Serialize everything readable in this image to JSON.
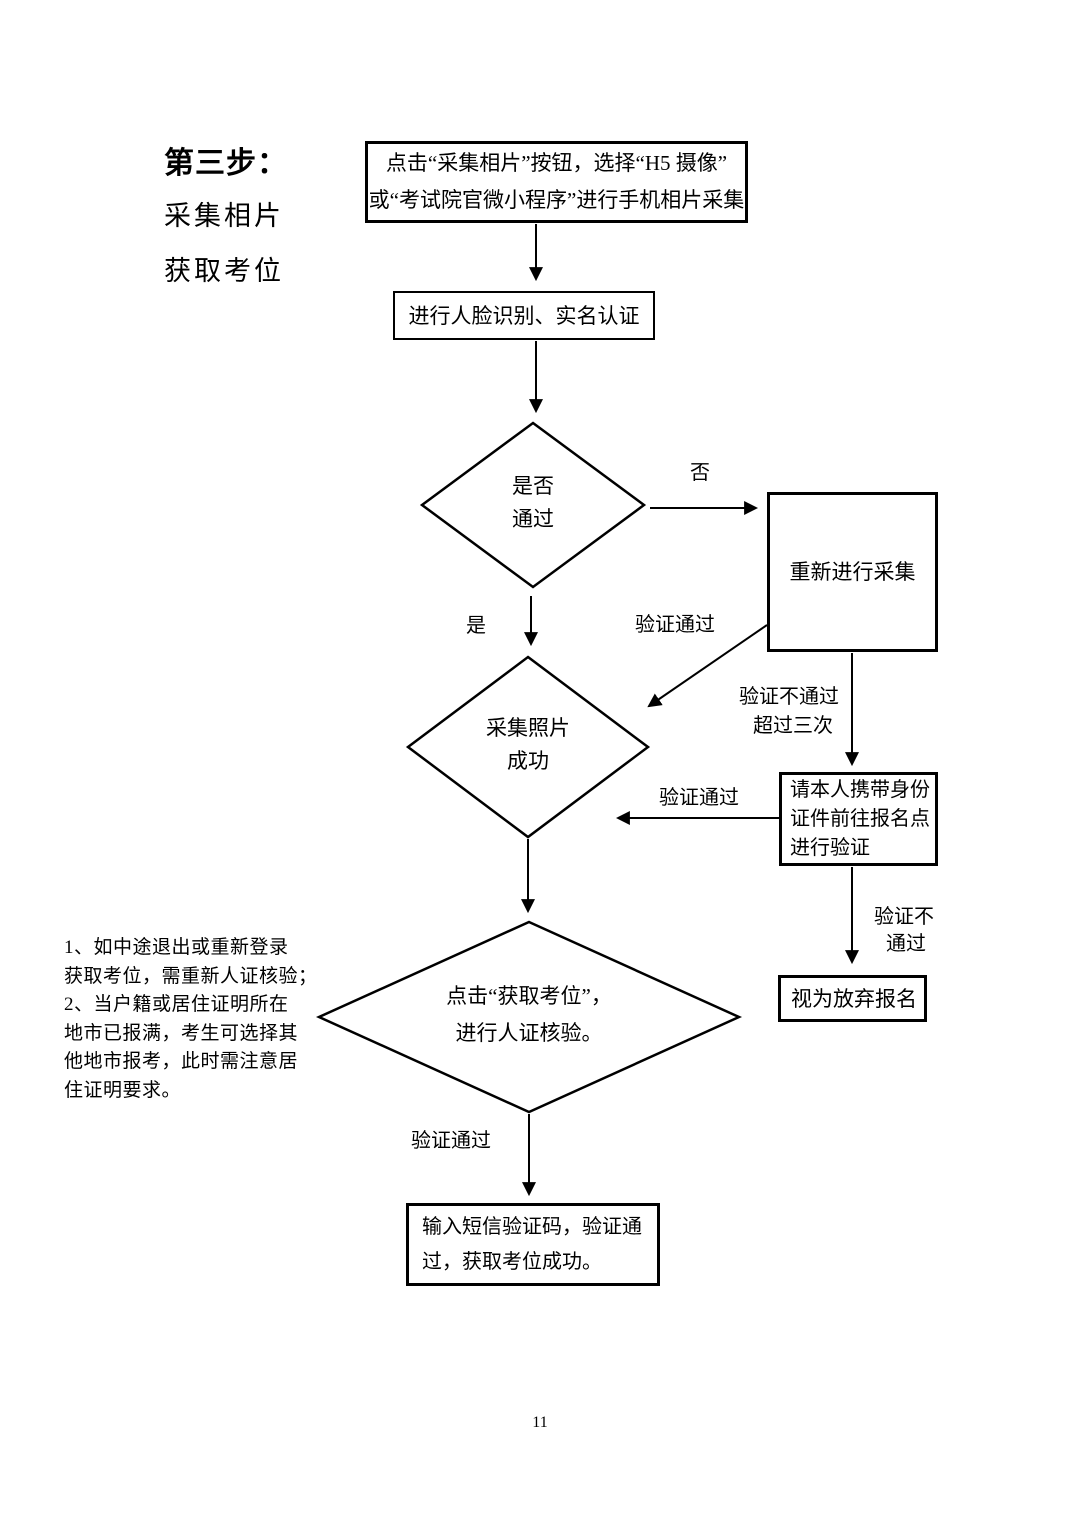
{
  "title": {
    "step": "第三步：",
    "line2": "采集相片",
    "line3": "获取考位"
  },
  "flow": {
    "capture_photo_box": {
      "line1": "点击“采集相片”按钮，选择“H5 摄像”",
      "line2": "或“考试院官微小程序”进行手机相片采集"
    },
    "face_recognition_box": {
      "text": "进行人脸识别、实名认证"
    },
    "pass_decision": {
      "line1": "是否",
      "line2": "通过"
    },
    "recollect_box": {
      "text": "重新进行采集"
    },
    "photo_success_decision": {
      "line1": "采集照片",
      "line2": "成功"
    },
    "onsite_verify_box": {
      "line1": "请本人携带身份",
      "line2": "证件前往报名点",
      "line3": "进行验证"
    },
    "abandon_box": {
      "text": "视为放弃报名"
    },
    "seat_decision": {
      "line1": "点击“获取考位”，",
      "line2": "进行人证核验。"
    },
    "sms_box": {
      "line1": "输入短信验证码，验证通",
      "line2": "过，获取考位成功。"
    }
  },
  "labels": {
    "no": "否",
    "yes": "是",
    "verify_pass_diagonal": "验证通过",
    "verify_fail_over3_line1": "验证不通过",
    "verify_fail_over3_line2": "超过三次",
    "verify_pass_horizontal": "验证通过",
    "verify_fail_line1": "验证不",
    "verify_fail_line2": "通过",
    "verify_pass_bottom": "验证通过"
  },
  "note": {
    "lines": [
      "1、如中途退出或重新登录",
      "获取考位，需重新人证核验；",
      "2、当户籍或居住证明所在",
      "地市已报满，考生可选择其",
      "他地市报考，此时需注意居",
      "住证明要求。"
    ]
  },
  "page_number": "11",
  "colors": {
    "ink": "#000000",
    "paper": "#ffffff"
  }
}
